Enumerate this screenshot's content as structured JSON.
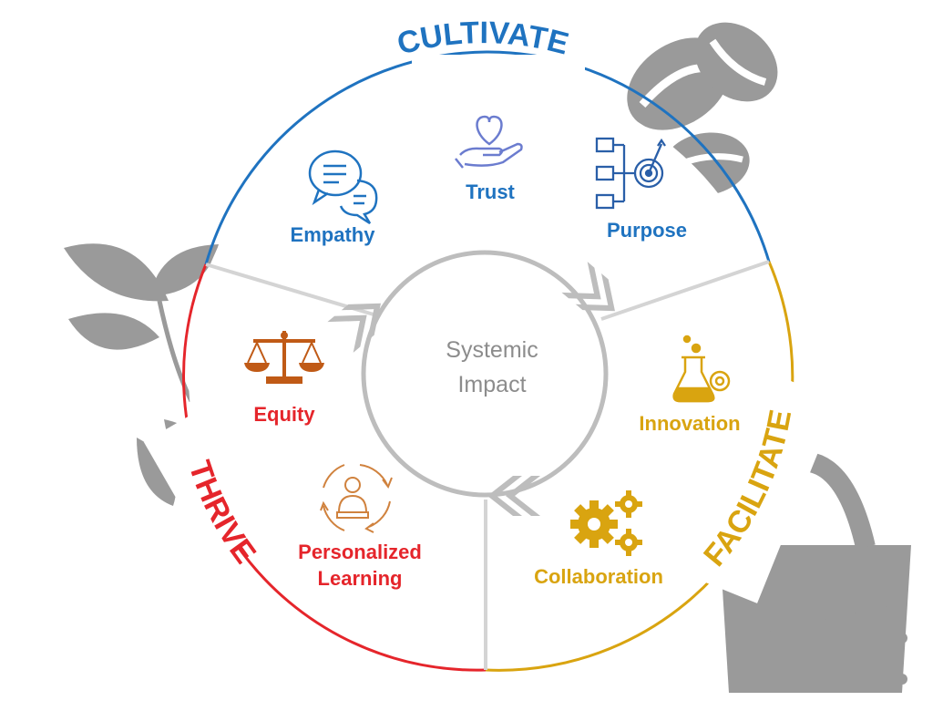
{
  "diagram": {
    "center": {
      "line1": "Systemic",
      "line2": "Impact"
    },
    "colors": {
      "cultivate": "#1f73c0",
      "facilitate": "#d9a410",
      "thrive": "#e5252b",
      "equity_icon": "#c05a16",
      "learning_icon": "#d0823e",
      "grey": "#bdbdbd",
      "decor": "#9a9a9a"
    },
    "segments": [
      {
        "title": "CULTIVATE",
        "items": [
          {
            "label": "Empathy",
            "icon": "speech-bubbles-icon"
          },
          {
            "label": "Trust",
            "icon": "heart-in-hand-icon"
          },
          {
            "label": "Purpose",
            "icon": "target-flowchart-icon"
          }
        ]
      },
      {
        "title": "FACILITATE",
        "items": [
          {
            "label": "Innovation",
            "icon": "flask-gear-icon"
          },
          {
            "label": "Collaboration",
            "icon": "gears-icon"
          }
        ]
      },
      {
        "title": "THRIVE",
        "items": [
          {
            "label": "Equity",
            "icon": "scales-icon"
          },
          {
            "label": "Personalized",
            "label2": "Learning",
            "icon": "person-cycle-icon"
          }
        ]
      }
    ]
  }
}
